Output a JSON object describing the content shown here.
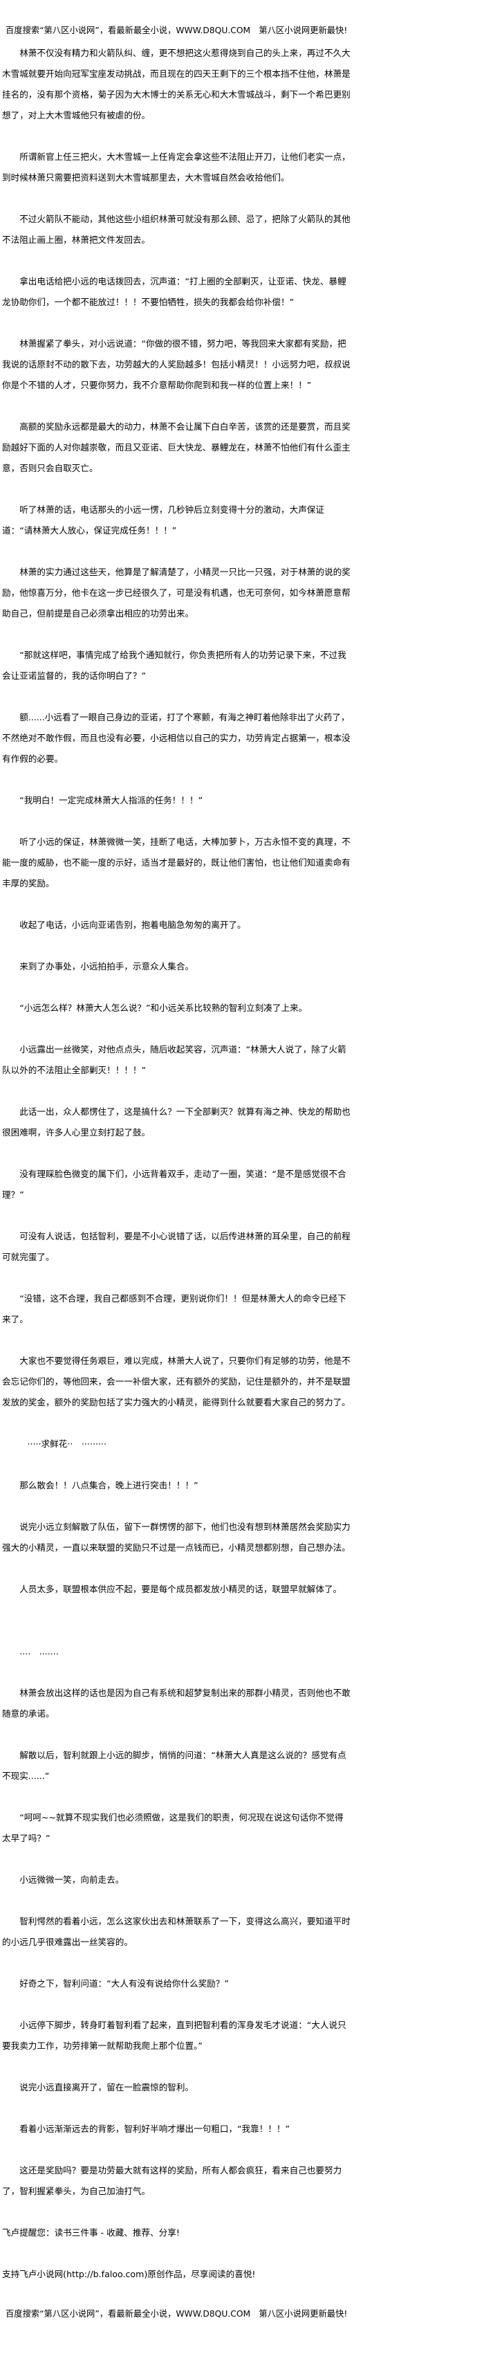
{
  "header_banner": "百度搜索“第八区小说网”，看最新最全小说，WWW.D8QU.COM　第八区小说网更新最快!",
  "paragraphs": [
    "林萧不仅没有精力和火箭队纠、缠，更不想把这火惹得烧到自己的头上来，再过不久大木雪城就要开始向冠军宝座发动挑战，而且现在的四天王剩下的三个根本挡不住他，林萧是挂名的，没有那个资格，菊子因为大木博士的关系无心和大木雪城战斗，剩下一个希巴更别想了，对上大木雪城他只有被虐的份。",
    "所谓新官上任三把火，大木雪城一上任肯定会拿这些不法阻止开刀，让他们老实一点，到时候林萧只需要把资料送到大木雪城那里去，大木雪城自然会收拾他们。",
    "不过火箭队不能动，其他这些小组织林萧可就没有那么顾、忌了，把除了火箭队的其他不法阻止画上圈，林萧把文件发回去。",
    "拿出电话给把小远的电话拨回去，沉声道：“打上圈的全部剿灭，让亚诺、快龙、暴鲤龙协助你们，一个都不能放过！！！不要怕牺牲，损失的我都会给你补偿！”",
    "林萧握紧了拳头，对小远说道：“你做的很不错，努力吧，等我回来大家都有奖励，把我说的话原封不动的散下去，功劳越大的人奖励越多！包括小精灵！！小远努力吧，叔叔说你是个不错的人才，只要你努力，我不介意帮助你爬到和我一样的位置上来！！”",
    "高额的奖励永远都是最大的动力，林萧不会让属下白白辛苦，该赏的还是要赏，而且奖励越好下面的人对你越崇敬，而且又亚诺、巨大快龙、暴鲤龙在，林萧不怕他们有什么歪主意，否则只会自取灭亡。",
    "听了林萧的话，电话那头的小远一愣，几秒钟后立刻变得十分的激动，大声保证道：“请林萧大人放心，保证完成任务！！！”",
    "林萧的实力通过这些天，他算是了解清楚了，小精灵一只比一只强，对于林萧的说的奖励，他惊喜万分，他卡在这一步已经很久了，可是没有机遇，也无可奈何，如今林萧愿意帮助自己，但前提是自己必须拿出相应的功劳出来。",
    "“那就这样吧，事情完成了给我个通知就行，你负责把所有人的功劳记录下来，不过我会让亚诺监督的，我的话你明白了？”",
    "额......小远看了一眼自己身边的亚诺，打了个寒颤，有海之神盯着他除非出了火药了，不然绝对不敢作假，而且也没有必要，小远相信以自己的实力，功劳肯定占据第一，根本没有作假的必要。",
    "“我明白！一定完成林萧大人指派的任务！！！”",
    "听了小远的保证，林萧微微一笑，挂断了电话，大棒加萝卜，万古永恒不变的真理，不能一度的威胁，也不能一度的示好，适当才是最好的，既让他们害怕，也让他们知道卖命有丰厚的奖励。",
    "收起了电话，小远向亚诺告别，抱着电脑急匆匆的离开了。",
    "来到了办事处，小远拍拍手，示意众人集合。",
    "“小远怎么样？林萧大人怎么说？”和小远关系比较熟的智利立刻凑了上来。",
    "小远露出一丝微笑，对他点点头，随后收起笑容，沉声道：“林萧大人说了，除了火箭队以外的不法阻止全部剿灭！！！！”",
    "此话一出，众人都愣住了，这是搞什么？一下全部剿灭？就算有海之神、快龙的帮助也很困难啊，许多人心里立刻打起了鼓。",
    "没有理睬脸色微变的属下们，小远背着双手，走动了一圈，笑道：“是不是感觉很不合理？”",
    "可没有人说话，包括智利，要是不小心说错了话，以后传进林萧的耳朵里，自己的前程可就完蛋了。",
    "“没错，这不合理，我自己都感到不合理，更别说你们！！但是林萧大人的命令已经下来了。",
    "大家也不要觉得任务艰巨，难以完成，林萧大人说了，只要你们有足够的功劳，他是不会忘记你们的，等他回来，会一一补偿大家，还有额外的奖励，记住是额外的，并不是联盟发放的奖金，额外的奖励包括了实力强大的小精灵，能得到什么就要看大家自己的努力了。",
    "·····求鲜花··　·········",
    "那么散会！！八点集合，晚上进行突击！！！”",
    "说完小远立刻解散了队伍，留下一群愣愣的部下，他们也没有想到林萧居然会奖励实力强大的小精灵，一直以来联盟的奖励只不过是一点钱而已，小精灵想都别想，自己想办法。",
    "人员太多，联盟根本供应不起，要是每个成员都发放小精灵的话，联盟早就解体了。",
    "....　.......",
    "林萧会放出这样的话也是因为自己有系统和超梦复制出来的那群小精灵，否则他也不敢随意的承诺。",
    "解散以后，智利就跟上小远的脚步，悄悄的问道：“林萧大人真是这么说的？感觉有点不现实......”",
    "“呵呵~~就算不现实我们也必须照做，这是我们的职责，何况现在说这句话你不觉得太早了吗？”",
    "小远微微一笑，向前走去。",
    "智利愕然的看着小远，怎么这家伙出去和林萧联系了一下，变得这么高兴，要知道平时的小远几乎很难露出一丝笑容的。",
    "好奇之下，智利问道：“大人有没有说给你什么奖励？”",
    "小远停下脚步，转身盯着智利看了起来，直到把智利看的浑身发毛才说道：“大人说只要我卖力工作，功劳排第一就帮助我爬上那个位置。”",
    "说完小远直接离开了，留在一脸震惊的智利。",
    "看着小远渐渐远去的背影，智利好半响才爆出一句粗口，“我靠！！！”",
    "这还是奖励吗？要是功劳最大就有这样的奖励，所有人都会疯狂，看来自己也要努力了，智利握紧拳头，为自己加油打气。"
  ],
  "reminder": "飞卢提醒您：读书三件事 - 收藏、推荐、分享!",
  "support_notice": "支持飞卢小说网(http://b.faloo.com)原创作品，尽享阅读的喜悦!",
  "footer_banner": "百度搜索“第八区小说网”，看最新最全小说，WWW.D8QU.COM　第八区小说网更新最快!"
}
